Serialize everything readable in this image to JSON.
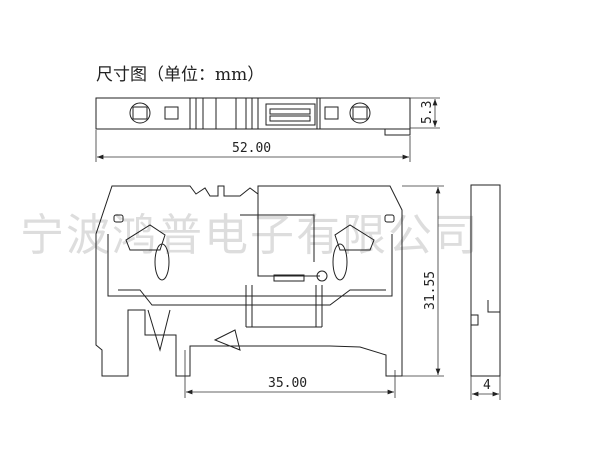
{
  "title": "尺寸图（单位：mm）",
  "watermark": "宁波鸿普电子有限公司",
  "dimensions": {
    "top_width": "52.00",
    "top_height": "5.3",
    "front_height": "31.55",
    "front_rail_width": "35.00",
    "side_width": "4"
  }
}
